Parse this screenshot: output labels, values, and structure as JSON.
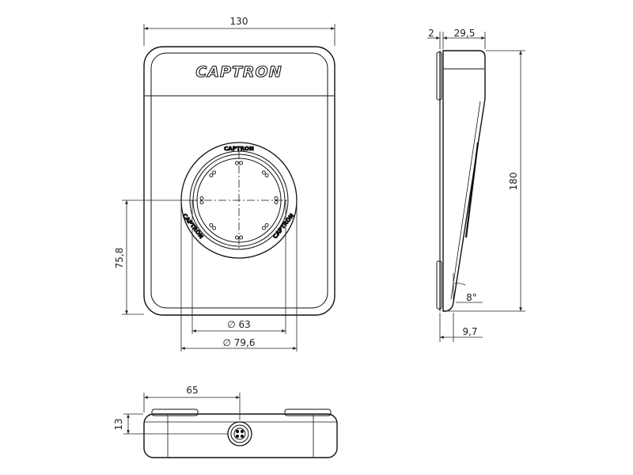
{
  "brand": "CAPTRON",
  "front_view": {
    "width": "130",
    "mark_height": "75,8",
    "inner_diameter": "∅ 63",
    "outer_diameter": "∅ 79,6"
  },
  "side_view": {
    "back_thickness": "2",
    "top_depth": "29,5",
    "height": "180",
    "angle": "8°",
    "bottom_depth": "9,7"
  },
  "bottom_view": {
    "connector_offset": "65",
    "thickness": "13"
  },
  "colors": {
    "line": "#111111",
    "dimension": "#222222",
    "background": "#ffffff"
  }
}
